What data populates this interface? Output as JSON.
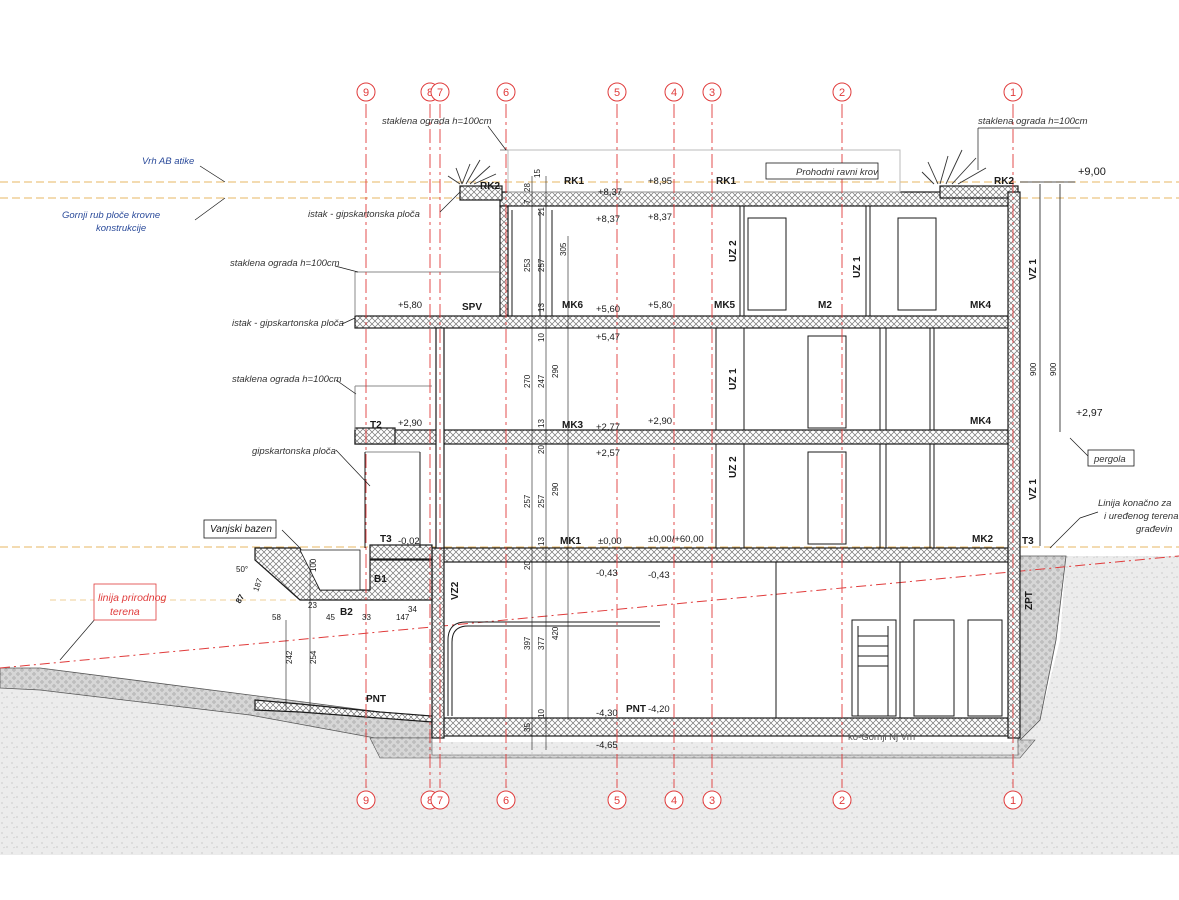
{
  "grid_axes": [
    {
      "id": "axis-9",
      "label": "9"
    },
    {
      "id": "axis-8",
      "label": "8"
    },
    {
      "id": "axis-7",
      "label": "7"
    },
    {
      "id": "axis-6",
      "label": "6"
    },
    {
      "id": "axis-5",
      "label": "5"
    },
    {
      "id": "axis-4",
      "label": "4"
    },
    {
      "id": "axis-3",
      "label": "3"
    },
    {
      "id": "axis-2",
      "label": "2"
    },
    {
      "id": "axis-1",
      "label": "1"
    }
  ],
  "callouts": {
    "vrh_ab_atike": "Vrh AB atike",
    "gornji_rub_1": "Gornji rub ploče krovne",
    "gornji_rub_2": "konstrukcije",
    "staklena_ograda_top": "staklena ograda h=100cm",
    "staklena_ograda_right": "staklena ograda h=100cm",
    "prohodni_krov": "Prohodni ravni krov",
    "istak_gips_top": "istak - gipskartonska ploča",
    "staklena_ograda_3": "staklena ograda h=100cm",
    "istak_gips_mid": "istak - gipskartonska ploča",
    "staklena_ograda_2": "staklena ograda h=100cm",
    "gipskartonska": "gipskartonska ploča",
    "vanjski_bazen": "Vanjski bazen",
    "linija_prirodnog_1": "linija prirodnog",
    "linija_prirodnog_2": "terena",
    "pergola": "pergola",
    "linija_konacne_1": "Linija konačno za",
    "linija_konacne_2": "i uređenog terena",
    "linija_konacne_3": "građevin"
  },
  "room_labels": {
    "rk1_a": "RK1",
    "rk1_b": "RK1",
    "rk2_left": "RK2",
    "rk2_right": "RK2",
    "spv": "SPV",
    "mk6": "MK6",
    "mk5": "MK5",
    "m2": "M2",
    "mk4_top": "MK4",
    "t2": "T2",
    "mk3": "MK3",
    "mk4_mid": "MK4",
    "t3_left": "T3",
    "mk1": "MK1",
    "mk2": "MK2",
    "t3_right": "T3",
    "b1": "B1",
    "b2": "B2",
    "vz2": "VZ2",
    "zpt": "ZPT",
    "pnt_left": "PNT",
    "pnt_mid": "PNT",
    "uz2_top": "UZ 2",
    "uz1_top": "UZ 1",
    "vz1_top": "VZ 1",
    "uz1_mid": "UZ 1",
    "uz2_mid": "UZ 2",
    "vz1_mid": "VZ 1"
  },
  "elevations": {
    "roof_top": "+8,95",
    "roof_rk1": "+8,37",
    "roof_below_a": "+8,37",
    "roof_below_b": "+8,37",
    "e900": "+9,00",
    "l3_left": "+5,80",
    "l3_mid": "+5,60",
    "l3_right": "+5,80",
    "l3_below": "+5,47",
    "l2_left": "+2,90",
    "l2_mid": "+2,77",
    "l2_right": "+2,90",
    "l2_below": "+2,57",
    "pergola": "+2,97",
    "t3": "-0,02",
    "l1_mid": "±0,00",
    "l1_right": "±0,00/+60,00",
    "l0_a": "-0,43",
    "l0_b": "-0,43",
    "pnt_a": "-4,30",
    "pnt_b": "-4,20",
    "bottom": "-4,65",
    "bottom_label": "ko-Gornji Nj Vrh"
  },
  "dimensions": {
    "d15": "15",
    "d28": "28",
    "d7": "7",
    "d21": "21",
    "d253": "253",
    "d257a": "257",
    "d305": "305",
    "d13a": "13",
    "d10a": "10",
    "d270": "270",
    "d247": "247",
    "d290a": "290",
    "d13b": "13",
    "d20a": "20",
    "d257b": "257",
    "d257c": "257",
    "d290b": "290",
    "d13c": "13",
    "d20b": "20",
    "d397": "397",
    "d377": "377",
    "d420": "420",
    "d10b": "10",
    "d35": "35",
    "d900a": "900",
    "d900b": "900",
    "d100": "100",
    "d242": "242",
    "d254": "254",
    "d23": "23",
    "d45": "45",
    "d147": "147",
    "d34": "34",
    "d58": "58",
    "d33": "33",
    "d187": "187",
    "a50": "50°",
    "d87": "87"
  },
  "colors": {
    "axis_red": "#e03b3b",
    "terrain_orange": "#e0a030",
    "line_black": "#1a1a1a",
    "hatch_gray": "#9a9a9a",
    "callout_blue": "#2a4a9a"
  }
}
